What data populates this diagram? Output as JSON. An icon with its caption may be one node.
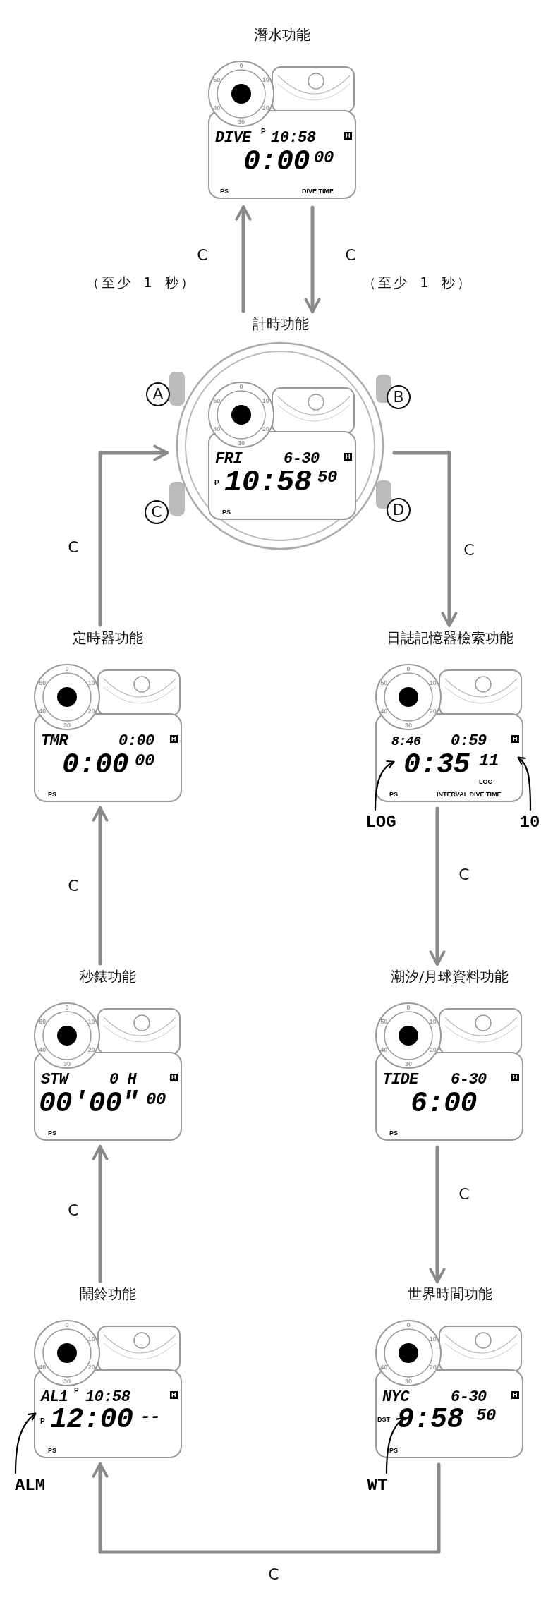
{
  "diagram": {
    "nodes": [
      {
        "text": [
          "潛水功能",
          "DIVE",
          "P",
          "10:58",
          "H",
          "0:00",
          "00",
          "PS",
          "DIVE TIME",
          "0",
          "50",
          "10",
          "40",
          "20",
          "30"
        ]
      },
      {
        "text": [
          "計時功能",
          "FRI",
          "6-30",
          "H",
          "P",
          "10:58",
          "50",
          "PS",
          "0",
          "50",
          "10",
          "40",
          "20",
          "30"
        ],
        "beside": [
          "A",
          "B",
          "C",
          "D"
        ]
      },
      {
        "text": [
          "定時器功能",
          "TMR",
          "0:00",
          "H",
          "0:00",
          "00",
          "PS",
          "0",
          "50",
          "10",
          "40",
          "20",
          "30"
        ]
      },
      {
        "text": [
          "日誌記憶器檢索功能",
          "8:46",
          "0:59",
          "H",
          "0:35",
          "11",
          "LOG",
          "PS",
          "INTERVAL DIVE TIME",
          "0",
          "50",
          "10",
          "40",
          "20",
          "30"
        ]
      },
      {
        "text": [
          "LOG"
        ]
      },
      {
        "text": [
          "10"
        ]
      },
      {
        "text": [
          "秒錶功能",
          "STW",
          "0 H",
          "H",
          "00'00\"",
          "00",
          "PS",
          "0",
          "50",
          "10",
          "40",
          "20",
          "30"
        ]
      },
      {
        "text": [
          "潮汐/月球資料功能",
          "TIDE",
          "6-30",
          "H",
          "6:00",
          "PS",
          "0",
          "50",
          "10",
          "40",
          "20",
          "30"
        ]
      },
      {
        "text": [
          "鬧鈴功能",
          "AL1",
          "P",
          "10:58",
          "H",
          "P",
          "12:00",
          "--",
          "PS",
          "0",
          "10",
          "40",
          "20",
          "30"
        ]
      },
      {
        "text": [
          "ALM"
        ]
      },
      {
        "text": [
          "世界時間功能",
          "NYC",
          "6-30",
          "H",
          "DST",
          "9:58",
          "50",
          "PS",
          "0",
          "10",
          "40",
          "20",
          "30"
        ]
      },
      {
        "text": [
          "WT"
        ]
      }
    ],
    "edges": [
      {
        "from": 1,
        "to": 0,
        "arrow": "to",
        "label": "C"
      },
      {
        "from": 0,
        "to": 1,
        "arrow": "to",
        "label": "C"
      },
      {
        "from": 1,
        "to": 3,
        "arrow": "to",
        "label": "C"
      },
      {
        "from": 3,
        "to": 7,
        "arrow": "to",
        "label": "C"
      },
      {
        "from": 7,
        "to": 10,
        "arrow": "to",
        "label": "C"
      },
      {
        "from": 10,
        "to": 8,
        "arrow": "to",
        "label": "C"
      },
      {
        "from": 8,
        "to": 6,
        "arrow": "to",
        "label": "C"
      },
      {
        "from": 6,
        "to": 2,
        "arrow": "to",
        "label": "C"
      },
      {
        "from": 2,
        "to": 1,
        "arrow": "to",
        "label": "C"
      },
      {
        "from": 4,
        "to": 3,
        "arrow": "to",
        "color": "#000000"
      },
      {
        "from": 5,
        "to": 3,
        "arrow": "to",
        "color": "#000000"
      },
      {
        "from": 9,
        "to": 8,
        "arrow": "to",
        "color": "#000000"
      },
      {
        "from": 11,
        "to": 10,
        "arrow": "to",
        "color": "#000000"
      }
    ],
    "labels": [
      "（至少 1 秒）",
      "（至少 1 秒）"
    ]
  }
}
